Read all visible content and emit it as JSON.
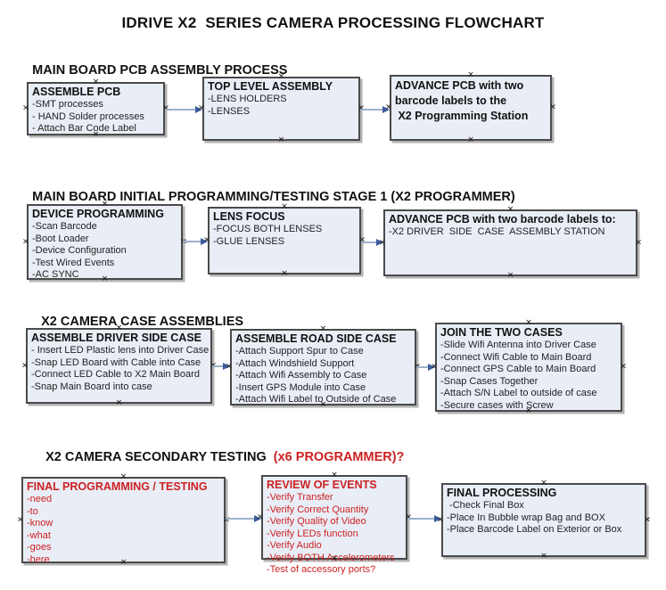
{
  "title": "IDRIVE X2  SERIES CAMERA PROCESSING FLOWCHART",
  "icons": {
    "connection_handle": "×",
    "arrow_head": "right-triangle"
  },
  "colors": {
    "box_fill": "#e9edf6",
    "box_border": "#4a4a4a",
    "red_text": "#cc2222",
    "arrow_line": "#9cb2c9",
    "arrow_head": "#3d5c9d"
  },
  "sections": [
    {
      "header": "MAIN BOARD PCB ASSEMBLY PROCESS",
      "boxes": [
        {
          "title": "ASSEMBLE PCB",
          "lines": [
            "-SMT processes",
            "- HAND Solder processes",
            "- Attach Bar Code Label"
          ]
        },
        {
          "title": "TOP LEVEL ASSEMBLY",
          "lines": [
            "-LENS HOLDERS",
            "-LENSES"
          ]
        },
        {
          "title": "ADVANCE PCB with two",
          "lines": [
            "barcode labels to the",
            " X2 Programming Station"
          ]
        }
      ]
    },
    {
      "header": "MAIN BOARD INITIAL PROGRAMMING/TESTING STAGE 1 (X2 PROGRAMMER)",
      "boxes": [
        {
          "title": "DEVICE PROGRAMMING",
          "lines": [
            "-Scan Barcode",
            "-Boot Loader",
            "-Device Configuration",
            "-Test Wired Events",
            "-AC SYNC"
          ]
        },
        {
          "title": "LENS FOCUS",
          "lines": [
            "-FOCUS BOTH LENSES",
            "-GLUE LENSES"
          ]
        },
        {
          "title": "ADVANCE PCB with two barcode labels to:",
          "lines": [
            "-X2 DRIVER  SIDE  CASE  ASSEMBLY STATION"
          ]
        }
      ]
    },
    {
      "header": "X2 CAMERA CASE ASSEMBLIES",
      "boxes": [
        {
          "title": "ASSEMBLE DRIVER SIDE CASE",
          "lines": [
            "- Insert LED Plastic lens into Driver Case",
            "-Snap LED Board with Cable into Case",
            "-Connect LED Cable to X2 Main Board",
            "-Snap Main Board into case"
          ]
        },
        {
          "title": "ASSEMBLE ROAD SIDE CASE",
          "lines": [
            "-Attach Support Spur to Case",
            "-Attach Windshield Support",
            "-Attach Wifi Assembly to Case",
            "-Insert GPS Module into Case",
            "-Attach Wifi Label to Outside of Case"
          ]
        },
        {
          "title": "JOIN THE TWO CASES",
          "lines": [
            "-Slide Wifi Antenna into Driver Case",
            "-Connect Wifi Cable to Main Board",
            "-Connect GPS Cable to Main Board",
            "-Snap Cases Together",
            "-Attach S/N Label to outside of case",
            "-Secure cases with Screw"
          ]
        }
      ]
    },
    {
      "header": "X2 CAMERA SECONDARY TESTING ",
      "header_red": " (x6 PROGRAMMER)?",
      "boxes": [
        {
          "title": "FINAL PROGRAMMING / TESTING",
          "lines": [
            "-need",
            "-to",
            "-know",
            "-what",
            "-goes",
            "-here"
          ]
        },
        {
          "title": "REVIEW OF EVENTS",
          "lines": [
            "-Verify Transfer",
            "-Verify Correct Quantity",
            "-Verify Quality of Video",
            "-Verify LEDs function",
            "-Verify Audio",
            "-Verify BOTH Accelerometers",
            "-Test of accessory ports?"
          ]
        },
        {
          "title": "FINAL PROCESSING",
          "lines": [
            " -Check Final Box",
            "-Place In Bubble wrap Bag and BOX",
            "-Place Barcode Label on Exterior or Box"
          ]
        }
      ]
    }
  ]
}
